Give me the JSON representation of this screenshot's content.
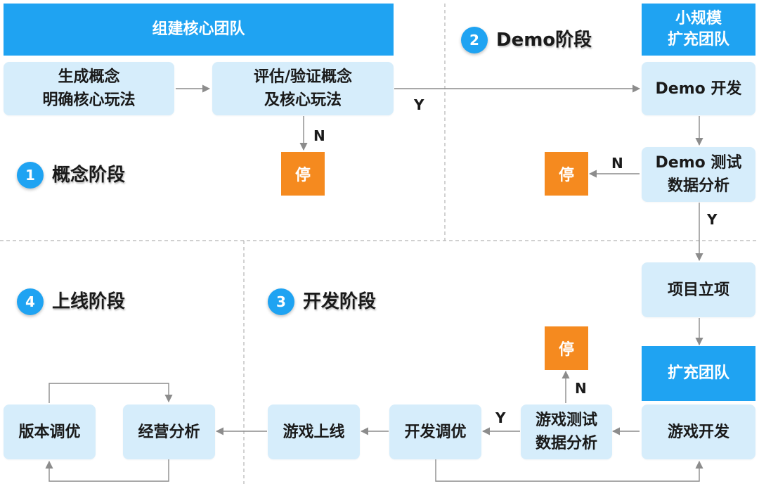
{
  "headers": {
    "core_team": "组建核心团队",
    "small_expand": "小规模\n扩充团队",
    "expand_team": "扩充团队"
  },
  "phases": [
    {
      "num": "1",
      "label": "概念阶段"
    },
    {
      "num": "2",
      "label": "Demo阶段"
    },
    {
      "num": "3",
      "label": "开发阶段"
    },
    {
      "num": "4",
      "label": "上线阶段"
    }
  ],
  "nodes": {
    "concept_gen": "生成概念\n明确核心玩法",
    "concept_eval": "评估/验证概念\n及核心玩法",
    "demo_dev": "Demo 开发",
    "demo_test": "Demo 测试\n数据分析",
    "project_setup": "项目立项",
    "game_dev": "游戏开发",
    "game_test": "游戏测试\n数据分析",
    "dev_tune": "开发调优",
    "game_launch": "游戏上线",
    "operation_analysis": "经营分析",
    "version_tune": "版本调优"
  },
  "stop_label": "停",
  "branch_labels": {
    "yes": "Y",
    "no": "N"
  },
  "colors": {
    "header_blue": "#1fa3f2",
    "node_fill": "#d6edfb",
    "stop_orange": "#f58a1f",
    "arrow_gray": "#8c8c8c",
    "divider_gray": "#b5b5b5"
  }
}
